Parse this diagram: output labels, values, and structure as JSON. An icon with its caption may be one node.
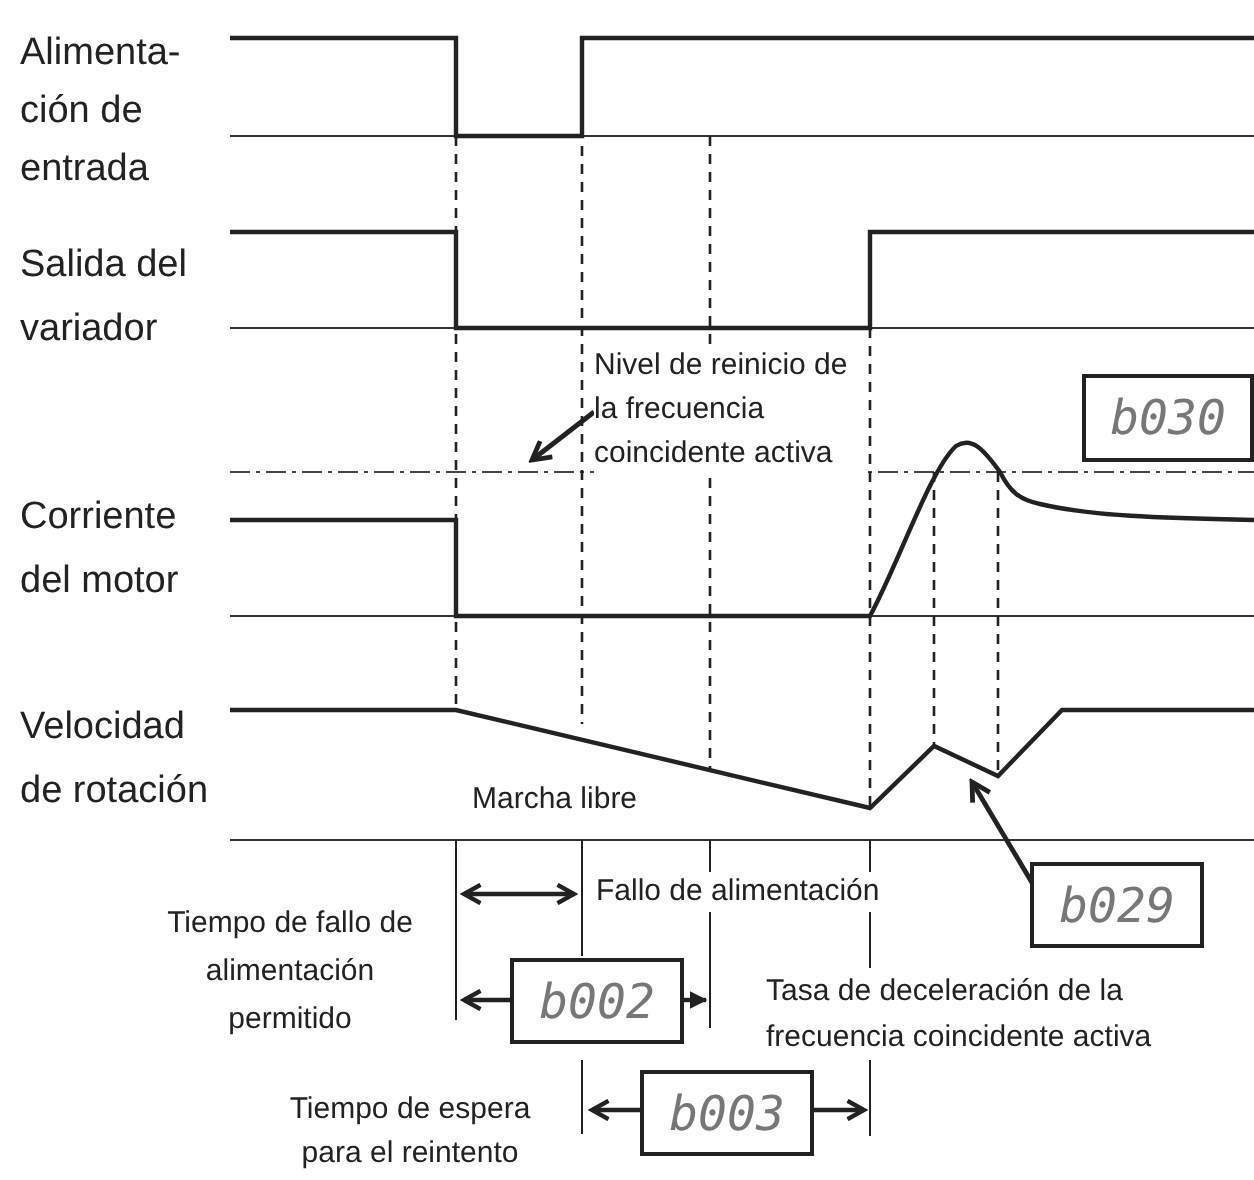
{
  "diagram": {
    "nodes": [
      {
        "text": [
          "Nivel de reinicio de la frecuencia coincidente activa"
        ]
      },
      {
        "text": [
          "b030"
        ]
      },
      {
        "text": [
          "b029"
        ]
      },
      {
        "text": [
          "b002"
        ]
      },
      {
        "text": [
          "b003"
        ]
      }
    ],
    "edges": [
      {
        "from": 0,
        "to": null,
        "arrow": "to"
      },
      {
        "from": 2,
        "to": null,
        "arrow": "to"
      }
    ],
    "labels": [
      "Alimenta- ción de entrada",
      "Salida del variador",
      "Corriente del motor",
      "Velocidad de rotación",
      "Marcha libre",
      "Fallo de alimentación",
      "Tiempo de fallo de alimentación permitido",
      "Tasa de deceleración de la frecuencia coincidente activa",
      "Tiempo de espera para el reintento"
    ]
  }
}
